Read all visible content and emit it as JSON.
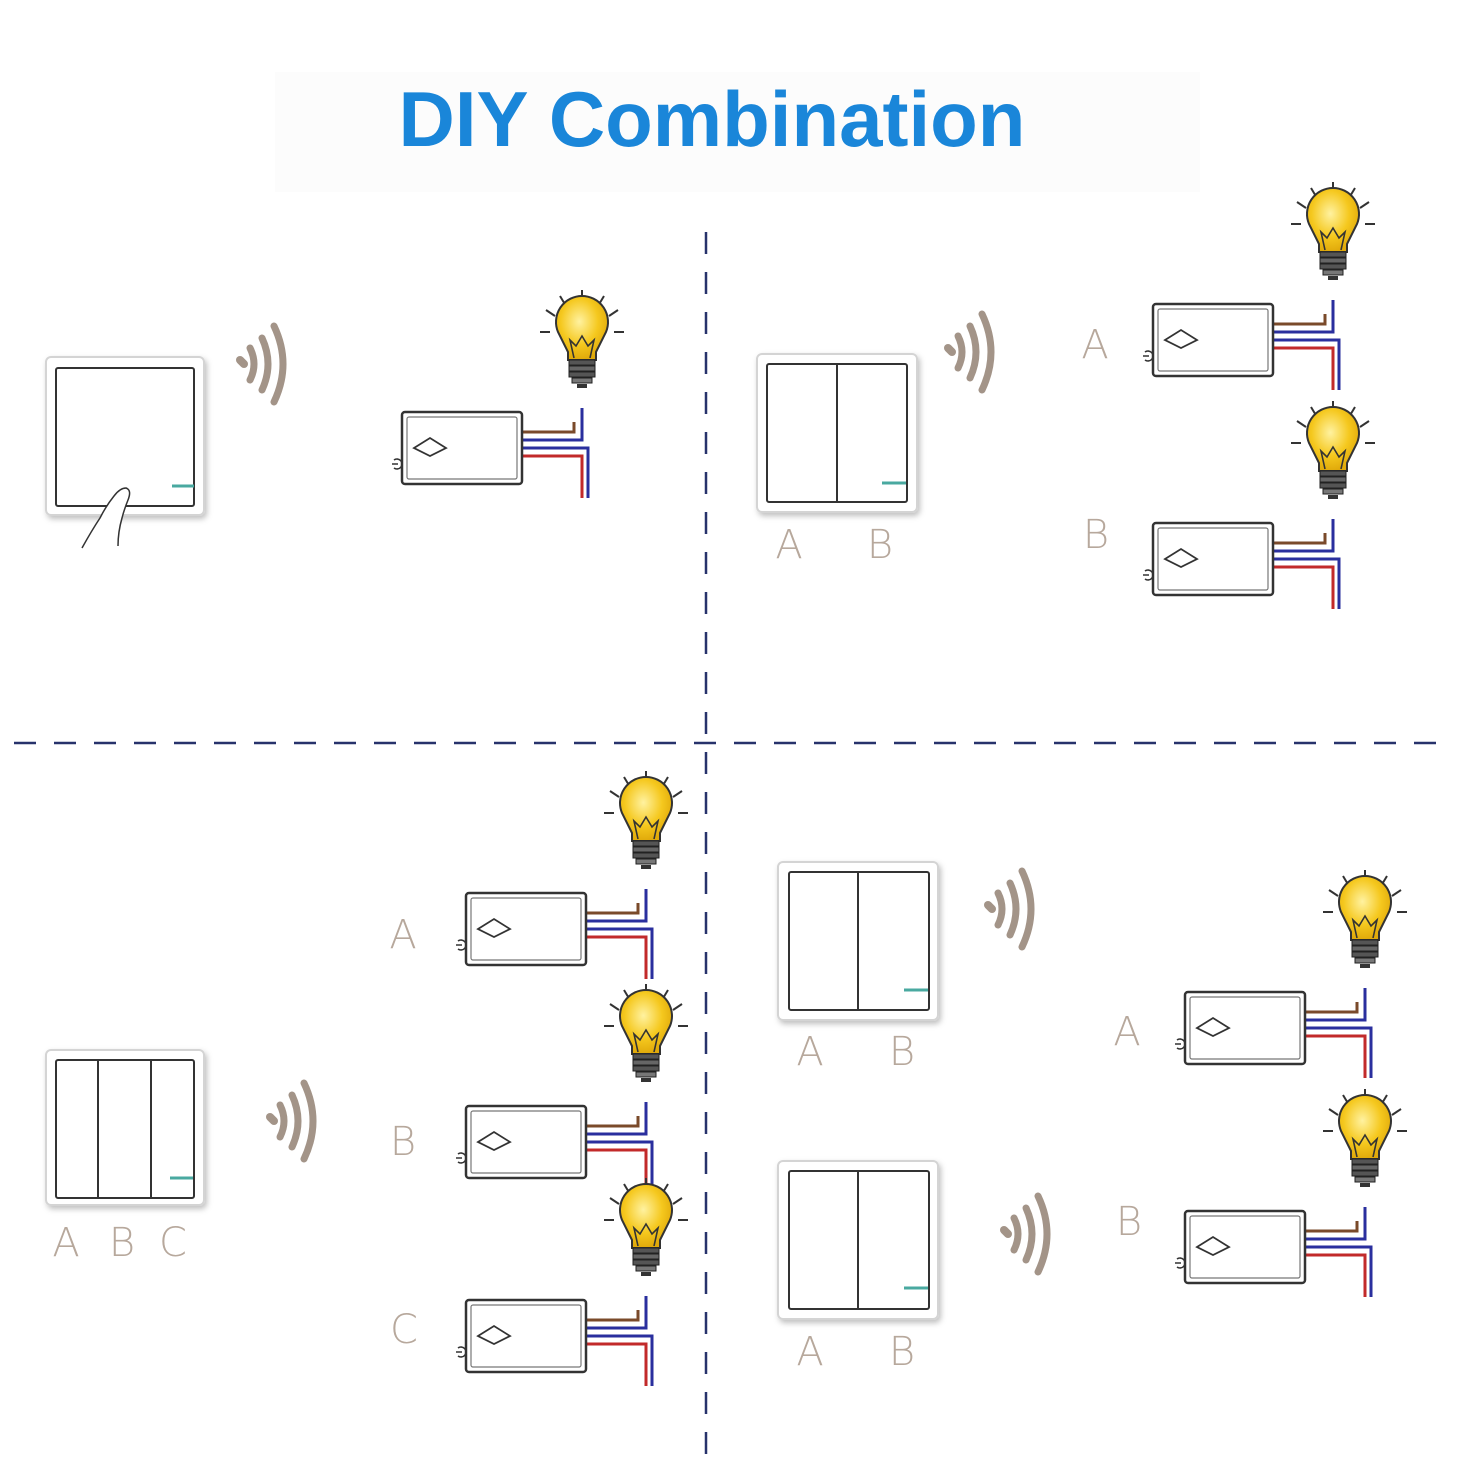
{
  "title": "DIY Combination",
  "colors": {
    "title": "#1a86d9",
    "divider": "#27326b",
    "label": "#b7a89c",
    "wave": "#a39488",
    "bulb": "#f2c21b",
    "wire_brown": "#7a4a2a",
    "wire_blue": "#2a2f9e",
    "wire_red": "#c22a2a",
    "indicator": "#49a9a0"
  },
  "quadrants": {
    "top_left": {
      "switch": "1-gang-switch",
      "receivers": []
    },
    "top_right": {
      "switch": "2-gang-switch",
      "switch_labels": [
        "A",
        "B"
      ],
      "receivers": [
        "A",
        "B"
      ]
    },
    "bottom_left": {
      "switch": "3-gang-switch",
      "switch_labels": [
        "A",
        "B",
        "C"
      ],
      "receivers": [
        "A",
        "B",
        "C"
      ]
    },
    "bottom_right": {
      "switches": [
        {
          "switch": "2-gang-switch",
          "switch_labels": [
            "A",
            "B"
          ]
        },
        {
          "switch": "2-gang-switch",
          "switch_labels": [
            "A",
            "B"
          ]
        }
      ],
      "receivers": [
        "A",
        "B"
      ]
    }
  }
}
